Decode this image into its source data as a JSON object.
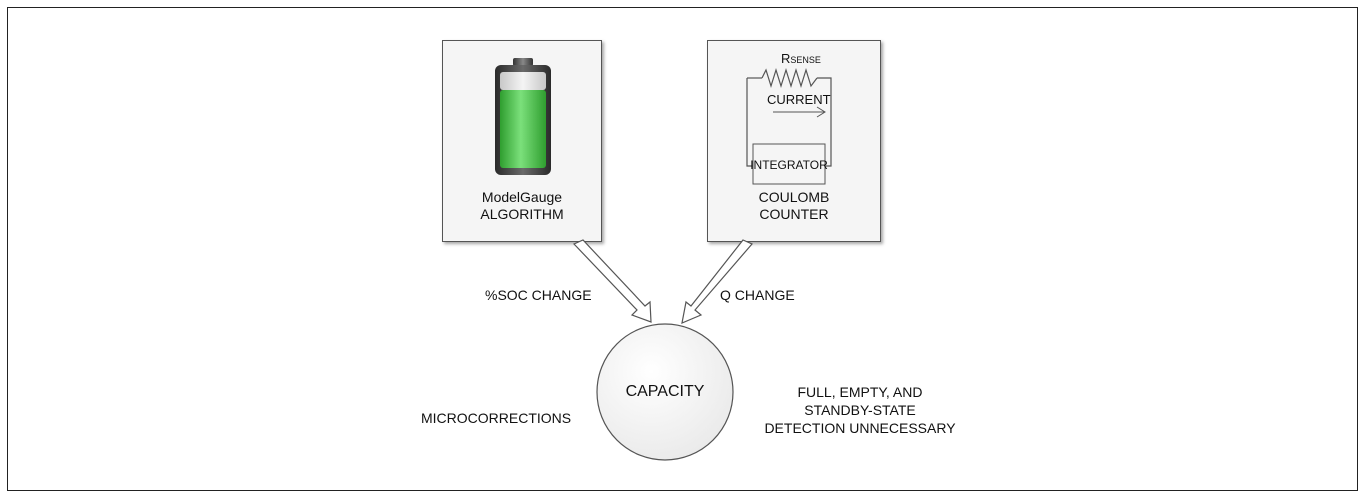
{
  "model_gauge": {
    "line1": "ModelGauge",
    "line2": "ALGORITHM"
  },
  "coulomb_counter": {
    "rsense_r": "R",
    "rsense_sub": "SENSE",
    "current": "CURRENT",
    "integrator": "INTEGRATOR",
    "line1": "COULOMB",
    "line2": "COUNTER"
  },
  "arrows": {
    "soc_change": "%SOC CHANGE",
    "q_change": "Q CHANGE"
  },
  "capacity": {
    "label": "CAPACITY"
  },
  "notes": {
    "microcorrections": "MICROCORRECTIONS",
    "detection_line1": "FULL, EMPTY, AND",
    "detection_line2": "STANDBY-STATE",
    "detection_line3": "DETECTION UNNECESSARY"
  },
  "colors": {
    "battery_green": "#4ec84e",
    "panel_bg": "#f5f5f5",
    "stroke": "#555555"
  }
}
